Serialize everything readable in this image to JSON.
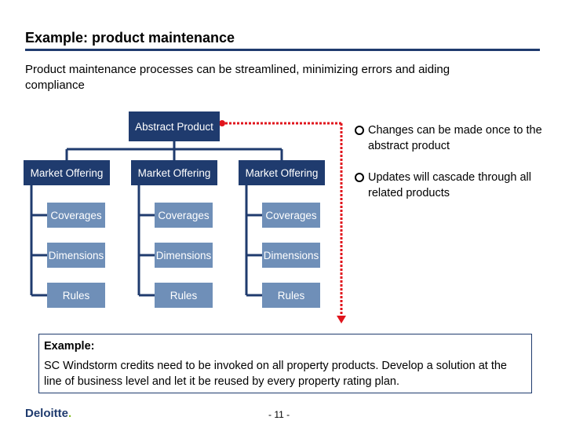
{
  "slide": {
    "title": "Example: product maintenance",
    "subtitle": "Product maintenance processes can be streamlined, minimizing errors and aiding compliance"
  },
  "diagram": {
    "abstract_product": "Abstract Product",
    "offerings": [
      {
        "label": "Market Offering",
        "coverages": "Coverages",
        "dimensions": "Dimensions",
        "rules": "Rules"
      },
      {
        "label": "Market Offering",
        "coverages": "Coverages",
        "dimensions": "Dimensions",
        "rules": "Rules"
      },
      {
        "label": "Market Offering",
        "coverages": "Coverages",
        "dimensions": "Dimensions",
        "rules": "Rules"
      }
    ],
    "colors": {
      "dark_box": "#1f3b6e",
      "light_box": "#6f8fb8",
      "cascade_arrow": "#e0141c"
    }
  },
  "bullets": [
    "Changes can be made once to the abstract product",
    "Updates will cascade through all related products"
  ],
  "example": {
    "label": "Example:",
    "text": "SC Windstorm credits need to be invoked on all property products. Develop a solution at the line of business level and let it be reused by every property rating plan."
  },
  "footer": {
    "logo_text": "Deloitte",
    "logo_dot": ".",
    "page_number": "- 11 -"
  }
}
